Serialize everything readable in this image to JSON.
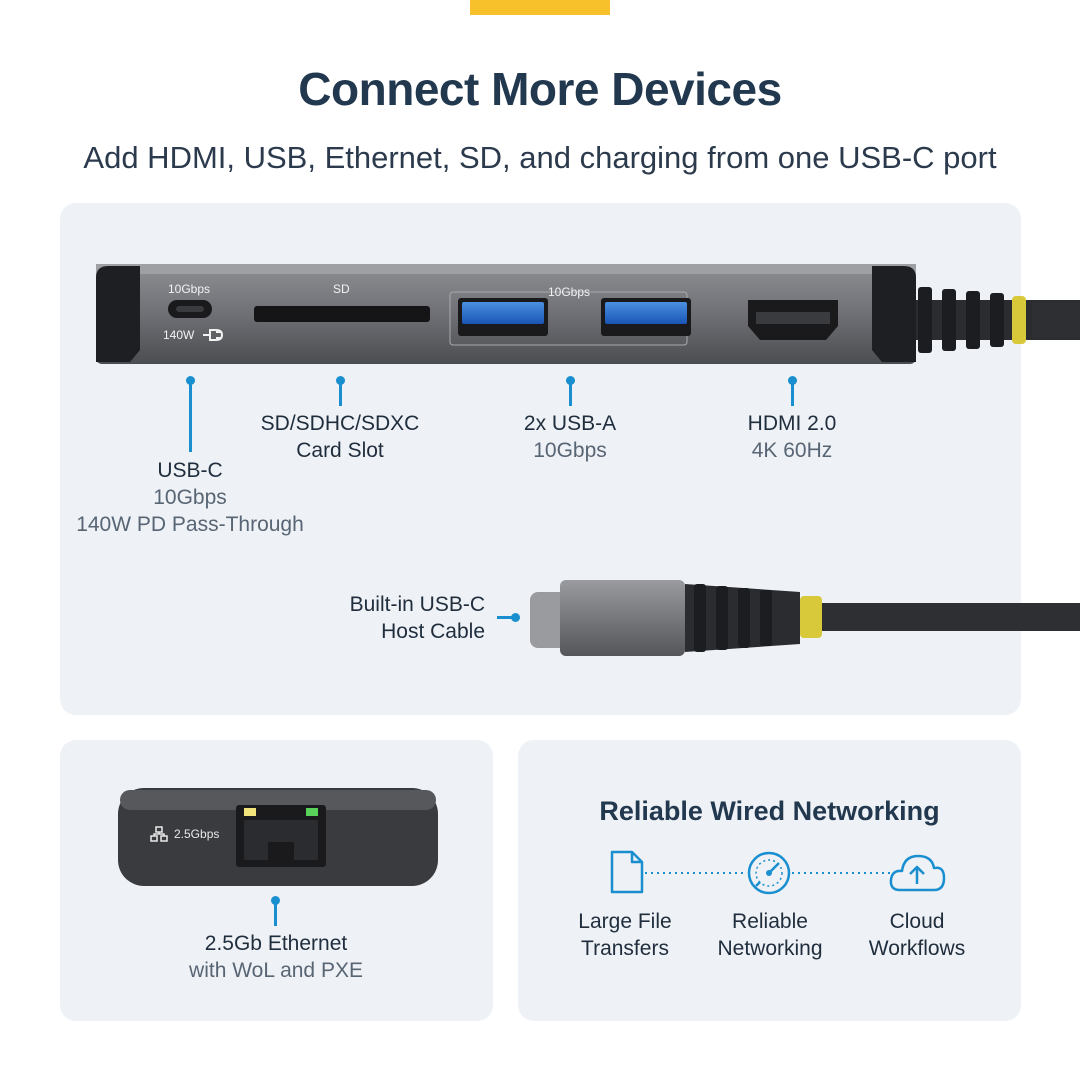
{
  "header": {
    "title": "Connect More Devices",
    "subtitle": "Add HDMI, USB, Ethernet, SD, and charging from one USB-C port"
  },
  "device": {
    "printed_labels": {
      "usbc_speed": "10Gbps",
      "usbc_power": "140W",
      "sd": "SD",
      "usba_speed": "10Gbps",
      "eth_speed": "2.5Gbps"
    }
  },
  "ports": {
    "usbc": {
      "name": "USB-C",
      "line1": "10Gbps",
      "line2": "140W PD Pass-Through"
    },
    "sd": {
      "line1": "SD/SDHC/SDXC",
      "line2": "Card Slot"
    },
    "usba": {
      "name": "2x USB-A",
      "line1": "10Gbps"
    },
    "hdmi": {
      "name": "HDMI 2.0",
      "line1": "4K 60Hz"
    },
    "cable": {
      "line1": "Built-in USB-C",
      "line2": "Host Cable"
    },
    "ethernet": {
      "name": "2.5Gb Ethernet",
      "line1": "with WoL and PXE"
    }
  },
  "networking": {
    "title": "Reliable Wired Networking",
    "features": [
      {
        "icon": "document-icon",
        "line1": "Large File",
        "line2": "Transfers"
      },
      {
        "icon": "speedometer-icon",
        "line1": "Reliable",
        "line2": "Networking"
      },
      {
        "icon": "cloud-upload-icon",
        "line1": "Cloud",
        "line2": "Workflows"
      }
    ]
  },
  "colors": {
    "accent_yellow": "#f6c12a",
    "connector_blue": "#1a8fd0",
    "panel_bg": "#eef1f5",
    "heading": "#22384f",
    "device_gray": "#6d6e72"
  }
}
